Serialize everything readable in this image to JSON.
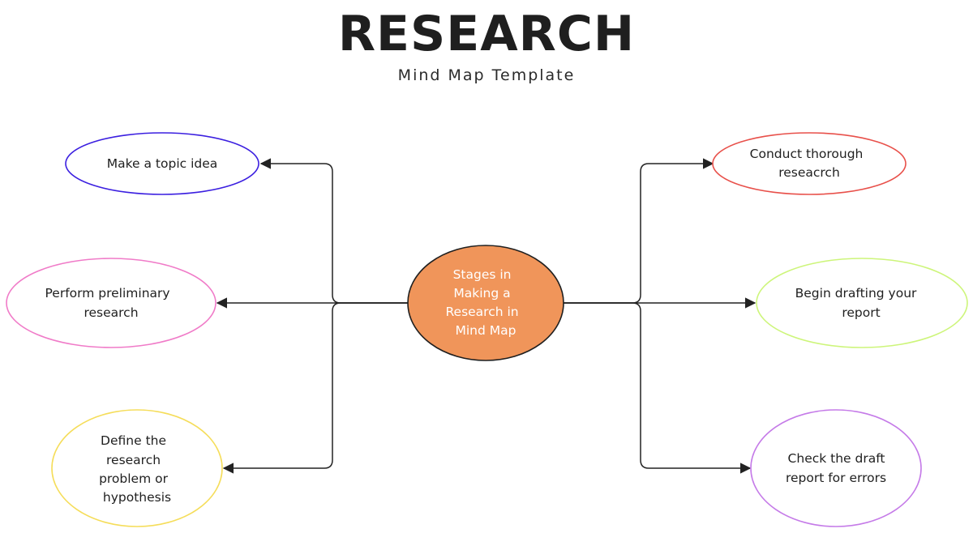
{
  "title": "RESEARCH",
  "subtitle": "Mind Map Template",
  "center": {
    "lines": [
      "Stages in",
      "Making a",
      "Research in",
      "Mind Map"
    ],
    "fill": "#F0955A"
  },
  "nodes": [
    {
      "id": "topic",
      "lines": [
        "Make a topic idea"
      ],
      "color": "#3B1FE0"
    },
    {
      "id": "preliminary",
      "lines": [
        "Perform preliminary",
        "research"
      ],
      "color": "#F07BC8"
    },
    {
      "id": "define",
      "lines": [
        "Define the",
        "research",
        "problem or",
        "hypothesis"
      ],
      "color": "#F5DD5A"
    },
    {
      "id": "conduct",
      "lines": [
        "Conduct thorough",
        "reseacrch"
      ],
      "color": "#E8504A"
    },
    {
      "id": "drafting",
      "lines": [
        "Begin drafting your",
        "report"
      ],
      "color": "#CDF57A"
    },
    {
      "id": "check",
      "lines": [
        "Check the draft",
        "report for errors"
      ],
      "color": "#C57BE8"
    }
  ],
  "line_color": "#222222"
}
